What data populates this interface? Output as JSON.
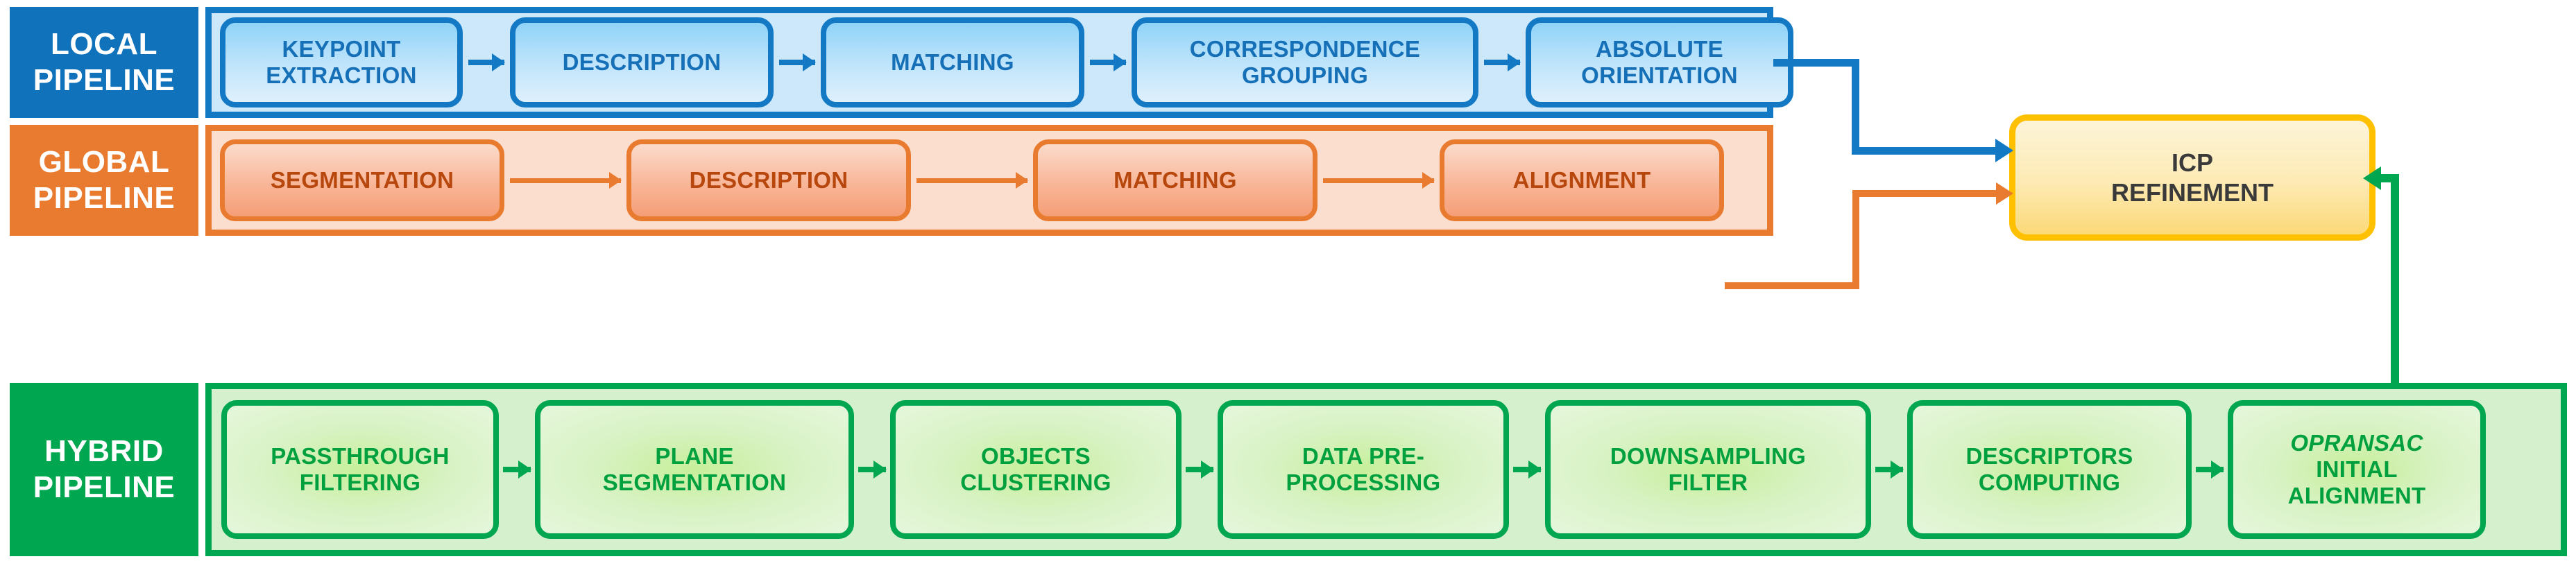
{
  "diagram": {
    "title": "Three-pipeline point cloud registration architecture",
    "colors": {
      "local_accent": "#1479c4",
      "local_fill": "#cde8fb",
      "local_text": "#1570b8",
      "global_accent": "#e87b30",
      "global_fill": "#fbdecd",
      "global_text": "#b8470e",
      "hybrid_accent": "#00a650",
      "hybrid_fill": "#d5f0cd",
      "hybrid_text": "#00a03f",
      "icp_accent": "#ffc000",
      "icp_text": "#3a3a3a"
    }
  },
  "rows": [
    {
      "key": "local",
      "label_line1": "LOCAL",
      "label_line2": "PIPELINE",
      "stages": [
        {
          "lines": [
            "KEYPOINT",
            "EXTRACTION"
          ]
        },
        {
          "lines": [
            "DESCRIPTION"
          ]
        },
        {
          "lines": [
            "MATCHING"
          ]
        },
        {
          "lines": [
            "CORRESPONDENCE",
            "GROUPING"
          ]
        },
        {
          "lines": [
            "ABSOLUTE",
            "ORIENTATION"
          ]
        }
      ]
    },
    {
      "key": "global",
      "label_line1": "GLOBAL",
      "label_line2": "PIPELINE",
      "stages": [
        {
          "lines": [
            "SEGMENTATION"
          ]
        },
        {
          "lines": [
            "DESCRIPTION"
          ]
        },
        {
          "lines": [
            "MATCHING"
          ]
        },
        {
          "lines": [
            "ALIGNMENT"
          ]
        }
      ]
    },
    {
      "key": "hybrid",
      "label_line1": "HYBRID",
      "label_line2": "PIPELINE",
      "stages": [
        {
          "lines": [
            "PASSTHROUGH",
            "FILTERING"
          ]
        },
        {
          "lines": [
            "PLANE",
            "SEGMENTATION"
          ]
        },
        {
          "lines": [
            "OBJECTS",
            "CLUSTERING"
          ]
        },
        {
          "lines": [
            "DATA PRE-",
            "PROCESSING"
          ]
        },
        {
          "lines": [
            "DOWNSAMPLING",
            "FILTER"
          ]
        },
        {
          "lines": [
            "DESCRIPTORS",
            "COMPUTING"
          ]
        },
        {
          "lines": [
            "OPRANSAC",
            "INITIAL",
            "ALIGNMENT"
          ],
          "italic_first": true
        }
      ]
    }
  ],
  "icp": {
    "line1": "ICP",
    "line2": "REFINEMENT"
  },
  "connectors": [
    {
      "name": "local-to-icp",
      "from": "ABSOLUTE ORIENTATION",
      "to": "ICP REFINEMENT",
      "color": "#1479c4"
    },
    {
      "name": "global-to-icp",
      "from": "ALIGNMENT",
      "to": "ICP REFINEMENT",
      "color": "#e87b30"
    },
    {
      "name": "hybrid-to-icp",
      "from": "OPRANSAC INITIAL ALIGNMENT",
      "to": "ICP REFINEMENT",
      "color": "#00a650"
    }
  ]
}
